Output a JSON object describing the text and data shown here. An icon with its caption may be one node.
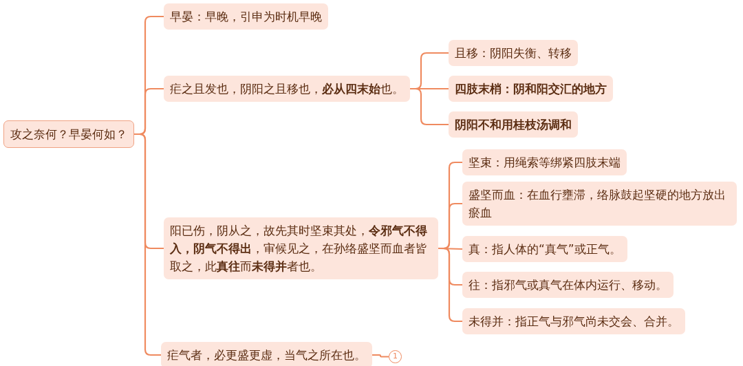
{
  "diagram": {
    "nodes": [
      {
        "text": [
          "攻之奈何？早晏何如？"
        ]
      },
      {
        "text": [
          "早晏：早晚，引申为时机早晚"
        ]
      },
      {
        "text": [
          "疟之且发也，阴阳之且移也，**必从四末始**也。"
        ]
      },
      {
        "text": [
          "且移：阴阳失衡、转移"
        ]
      },
      {
        "text": [
          "四肢末梢：阴和阳交汇的地方"
        ]
      },
      {
        "text": [
          "阴阳不和用桂枝汤调和"
        ]
      },
      {
        "text": [
          "阳已伤，阴从之，故先其时坚束其处，**令邪气不得入，阴气不得出**，审候见之，在孙络盛坚而血者皆取之，此**真往**而**未得并**者也。"
        ]
      },
      {
        "text": [
          "坚束：用绳索等绑紧四肢末端"
        ]
      },
      {
        "text": [
          "盛坚而血：在血行壅滞，络脉鼓起坚硬的地方放出瘀血"
        ]
      },
      {
        "text": [
          "真：指人体的“真气”或正气。"
        ]
      },
      {
        "text": [
          "往：指邪气或真气在体内运行、移动。"
        ]
      },
      {
        "text": [
          "未得并：指正气与邪气尚未交会、合并。"
        ]
      },
      {
        "text": [
          "疟气者，必更盛更虚，当气之所在也。"
        ]
      },
      {
        "text": [
          "1"
        ]
      }
    ],
    "edges": [
      {
        "from": 0,
        "to": 1,
        "arrow": "none"
      },
      {
        "from": 0,
        "to": 2,
        "arrow": "none"
      },
      {
        "from": 0,
        "to": 6,
        "arrow": "none"
      },
      {
        "from": 0,
        "to": 12,
        "arrow": "none"
      },
      {
        "from": 2,
        "to": 3,
        "arrow": "none"
      },
      {
        "from": 2,
        "to": 4,
        "arrow": "none"
      },
      {
        "from": 2,
        "to": 5,
        "arrow": "none"
      },
      {
        "from": 6,
        "to": 7,
        "arrow": "none"
      },
      {
        "from": 6,
        "to": 8,
        "arrow": "none"
      },
      {
        "from": 6,
        "to": 9,
        "arrow": "none"
      },
      {
        "from": 6,
        "to": 10,
        "arrow": "none"
      },
      {
        "from": 6,
        "to": 11,
        "arrow": "none"
      },
      {
        "from": 12,
        "to": 13,
        "arrow": "none"
      }
    ]
  }
}
